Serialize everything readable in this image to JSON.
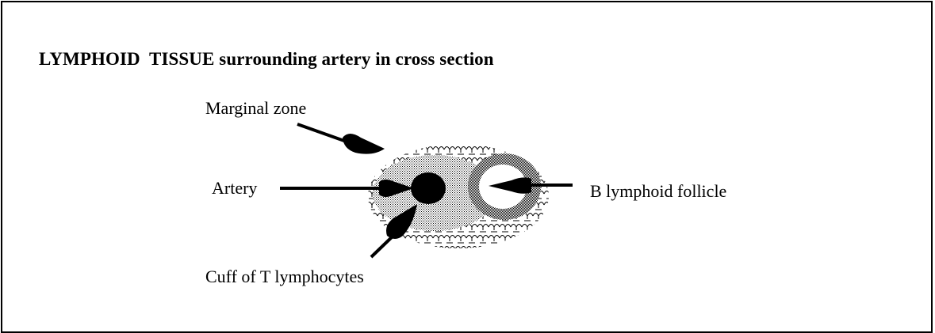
{
  "title": "LYMPHOID  TISSUE surrounding artery in cross section",
  "labels": {
    "marginal_zone": "Marginal zone",
    "artery": "Artery",
    "b_follicle": "B lymphoid follicle",
    "t_cuff": "Cuff of T lymphocytes"
  }
}
